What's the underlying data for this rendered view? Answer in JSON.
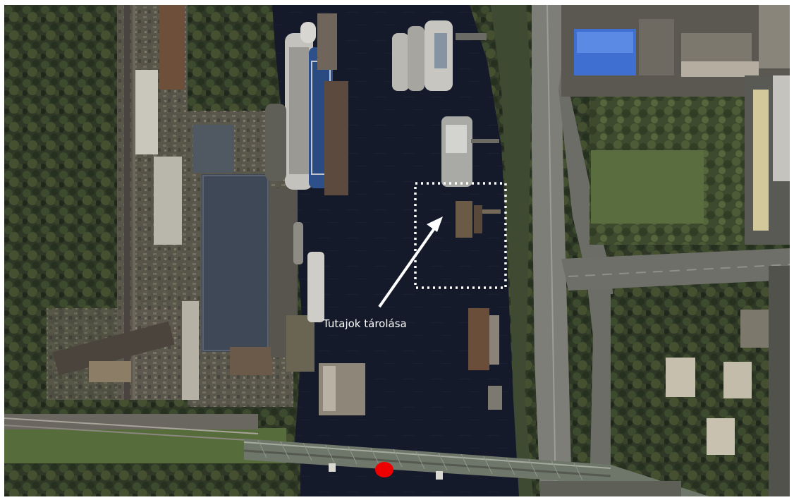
{
  "map": {
    "type": "satellite-aerial-photo",
    "annotation": {
      "label": "Tutajok tárolása",
      "highlight_style": "dotted-rectangle",
      "arrow_icon": "arrow-icon",
      "line_color": "#ffffff"
    },
    "location_marker": {
      "icon": "red-dot-marker-icon",
      "color": "#ee0000"
    },
    "colors": {
      "water": "#14192a",
      "vegetation": "#333d27",
      "park": "#566c3b",
      "road": "#7d7d77",
      "bridge": "#6f766a"
    }
  }
}
